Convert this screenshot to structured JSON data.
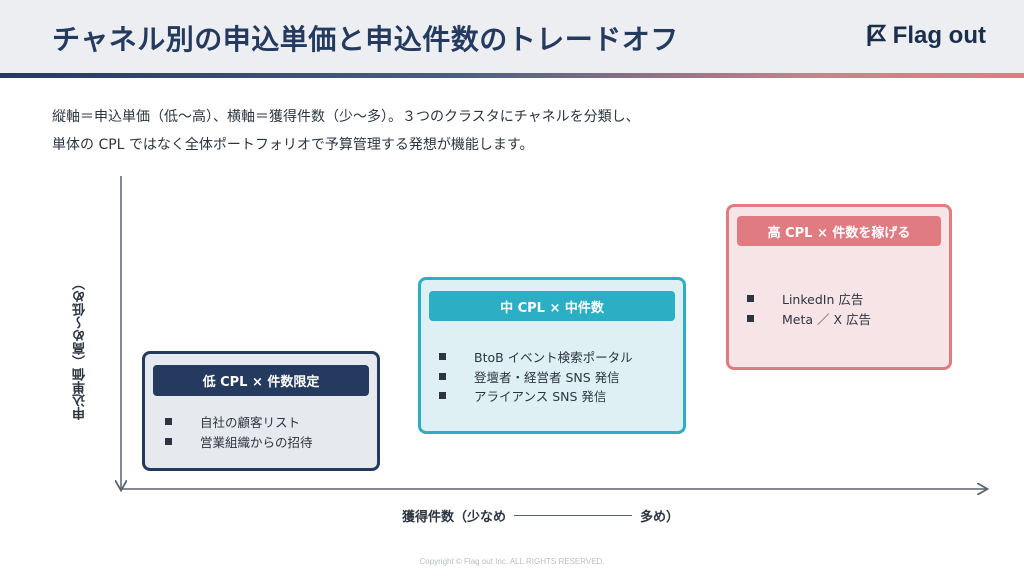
{
  "header": {
    "title": "チャネル別の申込単価と申込件数のトレードオフ",
    "logo_text": "Flag out"
  },
  "description": {
    "line1": "縦軸＝申込単価（低〜高）、横軸＝獲得件数（少〜多）。３つのクラスタにチャネルを分類し、",
    "line2": "単体の CPL ではなく全体ポートフォリオで予算管理する発想が機能します。"
  },
  "axes": {
    "y_label": "申込単価（高め〜低め）",
    "x_label_left": "獲得件数（少なめ",
    "x_label_right": "多め）"
  },
  "clusters": [
    {
      "title": "低 CPL ×  件数限定",
      "color": "#243a5e",
      "items": [
        "自社の顧客リスト",
        "営業組織からの招待"
      ]
    },
    {
      "title": "中 CPL ×  中件数",
      "color": "#2aafc4",
      "items": [
        "BtoB イベント検索ポータル",
        "登壇者・経営者 SNS 発信",
        "アライアンス SNS 発信"
      ]
    },
    {
      "title": "高 CPL ×  件数を稼げる",
      "color": "#e07b82",
      "items": [
        "LinkedIn 広告",
        "Meta ／ X 広告"
      ]
    }
  ],
  "footer": {
    "copyright": "Copyright © Flag out Inc. ALL RIGHTS RESERVED."
  },
  "icons": {
    "logo": "flag-icon",
    "bullet": "square-bullet-icon"
  }
}
